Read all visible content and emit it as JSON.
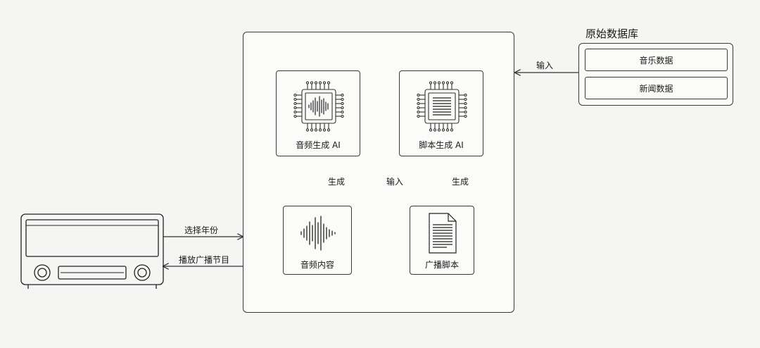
{
  "main_system": {},
  "database": {
    "title": "原始数据库",
    "items": [
      "音乐数据",
      "新闻数据"
    ]
  },
  "nodes": {
    "audio_ai": "音频生成 AI",
    "script_ai": "脚本生成 AI",
    "audio_content": "音频内容",
    "broadcast_script": "广播脚本"
  },
  "edges": {
    "db_input": "输入",
    "script_input": "输入",
    "generate_audio": "生成",
    "generate_script": "生成",
    "select_year": "选择年份",
    "play_program": "播放广播节目"
  },
  "icons": {
    "audio_ai": "chip-waveform-icon",
    "script_ai": "chip-document-icon",
    "audio_content": "waveform-icon",
    "broadcast_script": "document-icon",
    "radio": "radio-icon"
  }
}
